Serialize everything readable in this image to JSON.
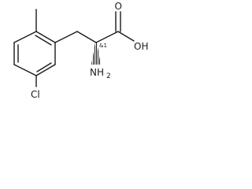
{
  "molecule": {
    "atoms": {
      "oxygen_carbonyl": "O",
      "hydroxyl": "OH",
      "amino": "NH",
      "amino_subscript": "2",
      "chlorine": "Cl",
      "stereo": "&1"
    }
  }
}
